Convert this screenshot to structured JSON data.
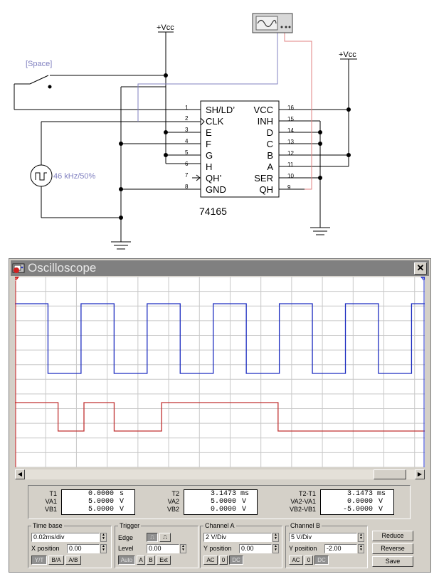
{
  "schematic": {
    "vcc_label_1": "+Vcc",
    "vcc_label_2": "+Vcc",
    "switch_label": "[Space]",
    "source_label": "46 kHz/50%",
    "chip_name": "74165",
    "left_pins": [
      {
        "num": "1",
        "name": "SH/LD’"
      },
      {
        "num": "2",
        "name": "CLK"
      },
      {
        "num": "3",
        "name": "E"
      },
      {
        "num": "4",
        "name": "F"
      },
      {
        "num": "5",
        "name": "G"
      },
      {
        "num": "6",
        "name": "H"
      },
      {
        "num": "7",
        "name": "QH’"
      },
      {
        "num": "8",
        "name": "GND"
      }
    ],
    "right_pins": [
      {
        "num": "16",
        "name": "VCC"
      },
      {
        "num": "15",
        "name": "INH"
      },
      {
        "num": "14",
        "name": "D"
      },
      {
        "num": "13",
        "name": "C"
      },
      {
        "num": "12",
        "name": "B"
      },
      {
        "num": "11",
        "name": "A"
      },
      {
        "num": "10",
        "name": "SER"
      },
      {
        "num": "9",
        "name": "QH"
      }
    ],
    "colors": {
      "wire": "#000000",
      "clk_wire": "#8080c0",
      "qh_wire": "#e08080",
      "source_label": "#8080c0",
      "switch_label": "#8080c0"
    }
  },
  "oscilloscope": {
    "title": "Oscilloscope",
    "close_glyph": "✕",
    "cursor1": "1",
    "cursor2": "2",
    "trace_colors": {
      "channel_a": "#1c2cc0",
      "channel_b": "#c03030"
    },
    "channel_a_period_divs": 0.86,
    "channel_b_levels": [
      1,
      1,
      1,
      1,
      1,
      1,
      1,
      1,
      1,
      1,
      0,
      0,
      0,
      0,
      0,
      0,
      1,
      1,
      1,
      1,
      1,
      1,
      1,
      0,
      0,
      0,
      0,
      0,
      0,
      0,
      0,
      0,
      0,
      0,
      1,
      1,
      1,
      1,
      1,
      1,
      1,
      1,
      1,
      1,
      1,
      1,
      1,
      1,
      1,
      1,
      1,
      1,
      1,
      1,
      1,
      1,
      1,
      1,
      1,
      1,
      1,
      0,
      0,
      0,
      0,
      0,
      0,
      0,
      0,
      0,
      0,
      0,
      0,
      0,
      0,
      0,
      0,
      0,
      0,
      0,
      0,
      0,
      0,
      0,
      0,
      0,
      0,
      0,
      0,
      0,
      0,
      0,
      0,
      0,
      0
    ],
    "readout": {
      "t1_label": "T1",
      "t1_value": "0.0000",
      "t1_unit": "s",
      "va1_label": "VA1",
      "va1_value": "5.0000",
      "va1_unit": "V",
      "vb1_label": "VB1",
      "vb1_value": "5.0000",
      "vb1_unit": "V",
      "t2_label": "T2",
      "t2_value": "3.1473",
      "t2_unit": "ms",
      "va2_label": "VA2",
      "va2_value": "5.0000",
      "va2_unit": "V",
      "vb2_label": "VB2",
      "vb2_value": "0.0000",
      "vb2_unit": "V",
      "dt_label": "T2-T1",
      "dt_value": "3.1473",
      "dt_unit": "ms",
      "dva_label": "VA2-VA1",
      "dva_value": "0.0000",
      "dva_unit": "V",
      "dvb_label": "VB2-VB1",
      "dvb_value": "-5.0000",
      "dvb_unit": "V"
    },
    "timebase": {
      "title": "Time base",
      "scale": "0.02ms/div",
      "xpos_label": "X position",
      "xpos_value": "0.00",
      "btn_yt": "Y/T",
      "btn_ba": "B/A",
      "btn_ab": "A/B"
    },
    "trigger": {
      "title": "Trigger",
      "edge_label": "Edge",
      "level_label": "Level",
      "level_value": "0.00",
      "btn_rise": "⎍",
      "btn_fall": "⎍",
      "btn_auto": "Auto",
      "btn_a": "A",
      "btn_b": "B",
      "btn_ext": "Ext"
    },
    "channel_a": {
      "title": "Channel A",
      "scale": "2 V/Div",
      "ypos_label": "Y position",
      "ypos_value": "0.00",
      "btn_ac": "AC",
      "btn_0": "0",
      "btn_dc": "DC"
    },
    "channel_b": {
      "title": "Channel B",
      "scale": "5 V/Div",
      "ypos_label": "Y position",
      "ypos_value": "-2.00",
      "btn_ac": "AC",
      "btn_0": "0",
      "btn_dc": "DC"
    },
    "buttons": {
      "reduce": "Reduce",
      "reverse": "Reverse",
      "save": "Save"
    }
  }
}
